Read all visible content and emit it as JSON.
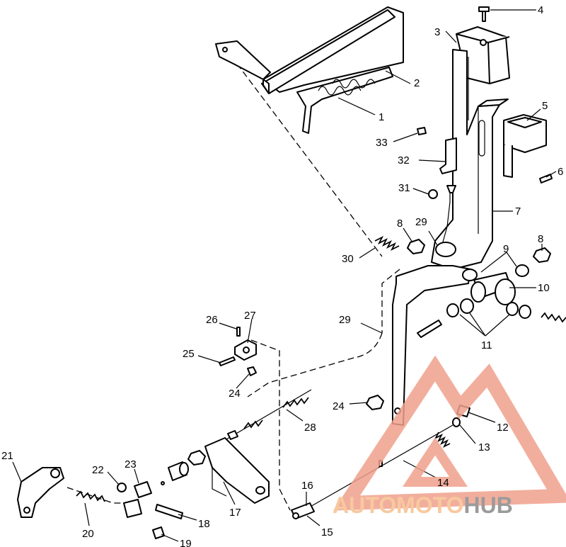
{
  "callouts": [
    "1",
    "2",
    "3",
    "4",
    "5",
    "6",
    "7",
    "8",
    "8",
    "9",
    "10",
    "11",
    "12",
    "13",
    "14",
    "15",
    "16",
    "17",
    "18",
    "19",
    "20",
    "21",
    "22",
    "23",
    "24",
    "24",
    "25",
    "26",
    "27",
    "28",
    "29",
    "29",
    "30",
    "31",
    "32",
    "33"
  ],
  "watermark": {
    "part1": "AUTOMOTO",
    "part2": "HUB",
    "color_accent": "#f0a08c",
    "color_accent2": "#f6c08f",
    "color_dark": "#8a8a8a"
  }
}
